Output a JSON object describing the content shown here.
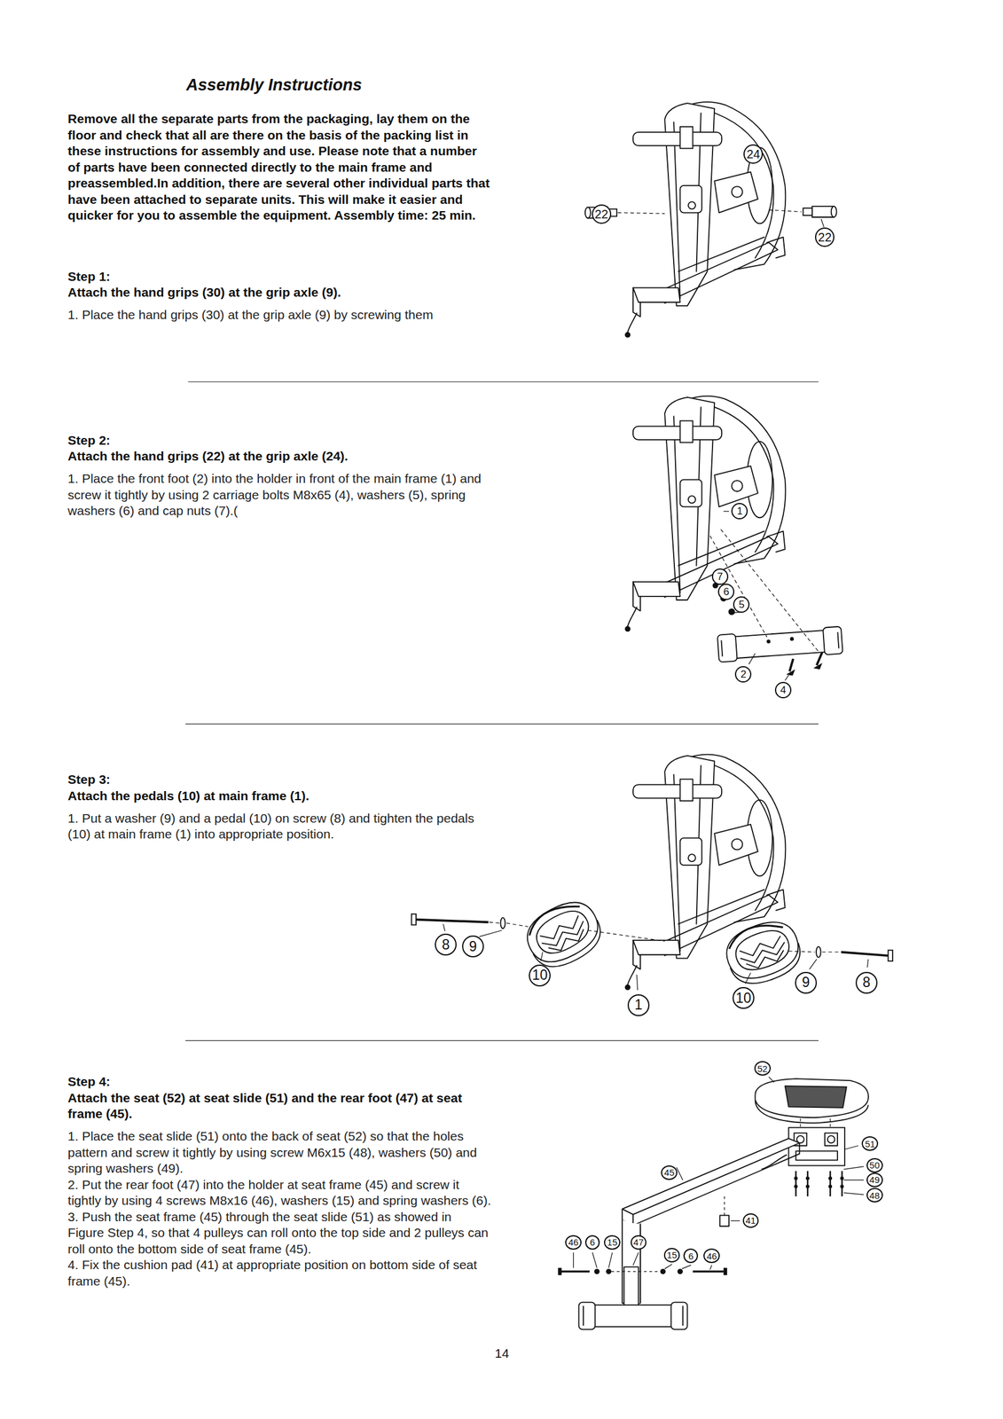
{
  "diagram": {
    "title": "Assembly Instructions",
    "labels": [
      "Remove all the separate parts from the packaging, lay them on the floor and check that all are there on the basis of the packing list in these instructions for assembly and use. Please note that a number of parts have been connected directly to the main frame and preassembled.In addition, there are several other individual parts that have been attached to separate units. This will make it easier and quicker for you to assemble the equipment. Assembly time: 25 min.",
      "Step 1:",
      "Attach the hand grips (30) at the grip axle (9).",
      "1. Place the hand grips (30) at the grip axle (9) by screwing them",
      "24",
      "22",
      "22",
      "Step 2:",
      "Attach the hand grips (22) at the grip axle (24).",
      "1. Place the front foot (2) into the holder in front of the main frame (1) and screw it tightly by using 2 carriage bolts M8x65 (4), washers (5), spring washers (6) and cap nuts (7).(",
      "1",
      "7",
      "6",
      "5",
      "2",
      "4",
      "Step 3:",
      "Attach the pedals (10) at main frame (1).",
      "1. Put a washer (9) and a pedal (10) on screw (8) and tighten the pedals (10) at main frame (1) into appropriate position.",
      "8",
      "9",
      "10",
      "1",
      "10",
      "9",
      "8",
      "Step 4:",
      "Attach the seat (52) at seat slide (51) and the rear foot (47) at seat frame (45).",
      "1. Place the seat slide (51) onto the back of seat (52) so that the holes pattern and screw it tightly by using screw M6x15 (48), washers (50) and spring washers (49).",
      "2. Put the rear foot (47) into the holder at seat frame (45) and screw it tightly by using 4 screws M8x16 (46), washers (15) and spring washers (6).",
      "3. Push the seat frame (45) through the seat slide (51) as showed in Figure Step 4, so that 4 pulleys can roll onto the top side and 2 pulleys can roll onto the bottom side of seat frame (45).",
      "4. Fix the cushion pad (41) at appropriate position on bottom side of seat frame (45).",
      "52",
      "51",
      "50",
      "49",
      "48",
      "45",
      "41",
      "46",
      "6",
      "15",
      "47",
      "15",
      "6",
      "46",
      "14"
    ]
  }
}
